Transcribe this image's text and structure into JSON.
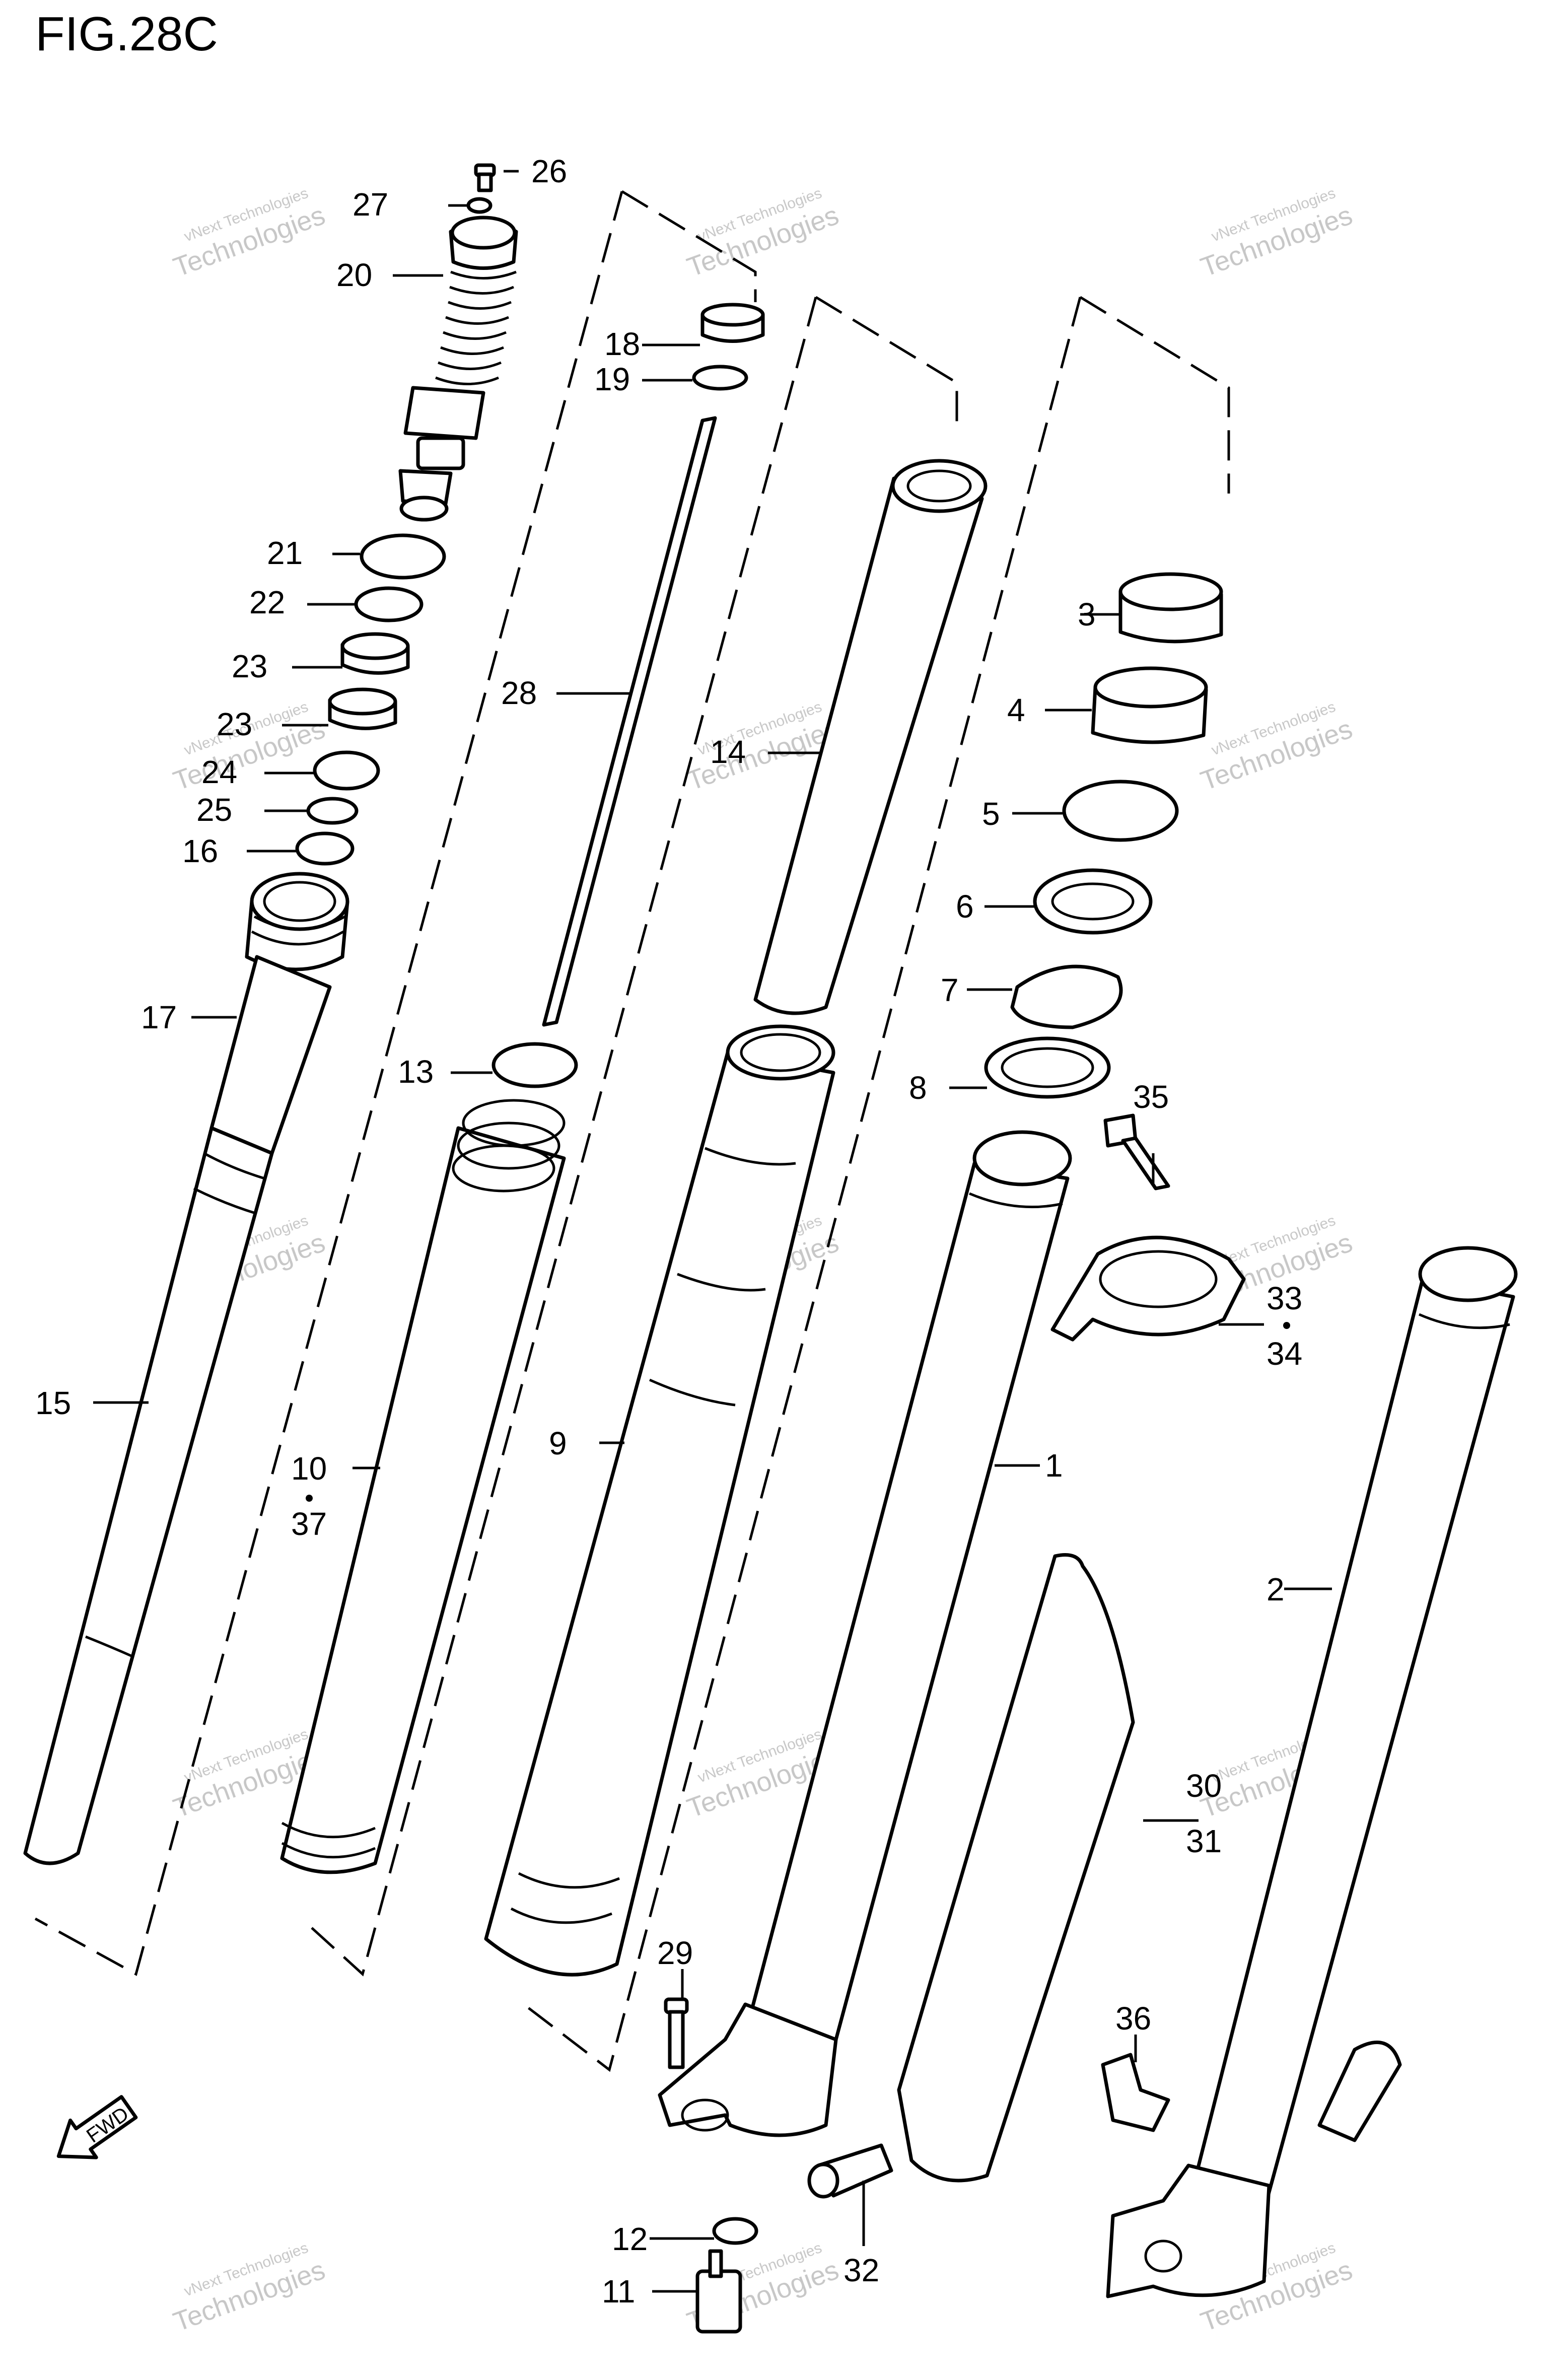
{
  "figure": {
    "title": "FIG.28C"
  },
  "fwd_label": "FWD",
  "watermark": {
    "line1": "vNext Technologies",
    "line2": "Technologies"
  },
  "callouts": [
    {
      "text": "26"
    },
    {
      "text": "27"
    },
    {
      "text": "20"
    },
    {
      "text": "18"
    },
    {
      "text": "19"
    },
    {
      "text": "21"
    },
    {
      "text": "22"
    },
    {
      "text": "23"
    },
    {
      "text": "23"
    },
    {
      "text": "24"
    },
    {
      "text": "25"
    },
    {
      "text": "16"
    },
    {
      "text": "17"
    },
    {
      "text": "15"
    },
    {
      "text": "28"
    },
    {
      "text": "13"
    },
    {
      "text": "10"
    },
    {
      "text": "37"
    },
    {
      "text": "14"
    },
    {
      "text": "9"
    },
    {
      "text": "3"
    },
    {
      "text": "4"
    },
    {
      "text": "5"
    },
    {
      "text": "6"
    },
    {
      "text": "7"
    },
    {
      "text": "8"
    },
    {
      "text": "35"
    },
    {
      "text": "33"
    },
    {
      "text": "34"
    },
    {
      "text": "1"
    },
    {
      "text": "2"
    },
    {
      "text": "30"
    },
    {
      "text": "31"
    },
    {
      "text": "29"
    },
    {
      "text": "36"
    },
    {
      "text": "12"
    },
    {
      "text": "11"
    },
    {
      "text": "32"
    }
  ]
}
